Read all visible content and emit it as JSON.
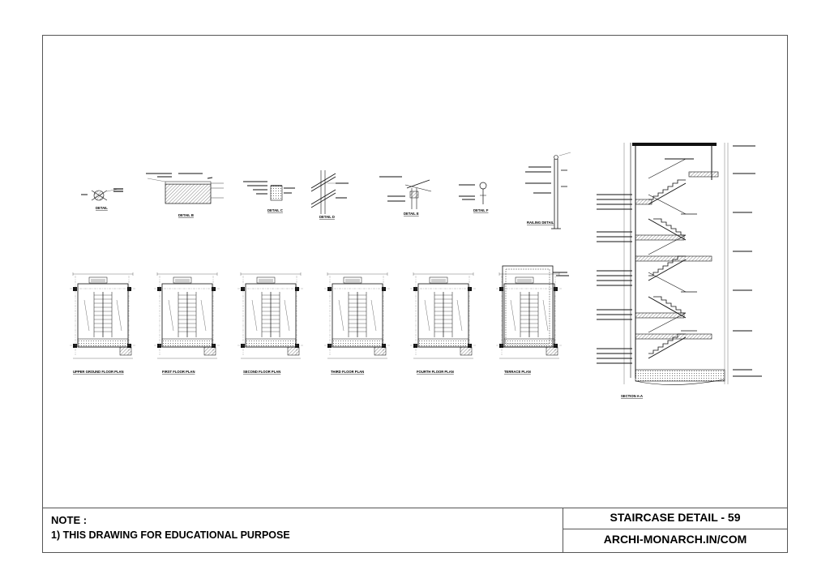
{
  "notes": {
    "title": "NOTE :",
    "line1": "1) THIS DRAWING FOR EDUCATIONAL PURPOSE"
  },
  "title_block": {
    "title": "STAIRCASE DETAIL - 59",
    "site": "ARCHI-MONARCH.IN/COM"
  },
  "details": {
    "a": "DETAIL",
    "b": "DETAIL B",
    "c": "DETAIL C",
    "d": "DETAIL D",
    "e": "DETAIL E",
    "f": "DETAIL F",
    "railing": "RAILING DETAIL"
  },
  "plans": [
    "UPPER GROUND FLOOR PLAN",
    "FIRST FLOOR PLAN",
    "SECOND FLOOR PLAN",
    "THIRD FLOOR PLAN",
    "FOURTH FLOOR PLAN",
    "TERRACE PLAN"
  ],
  "section": {
    "label": "SECTION A-A"
  }
}
